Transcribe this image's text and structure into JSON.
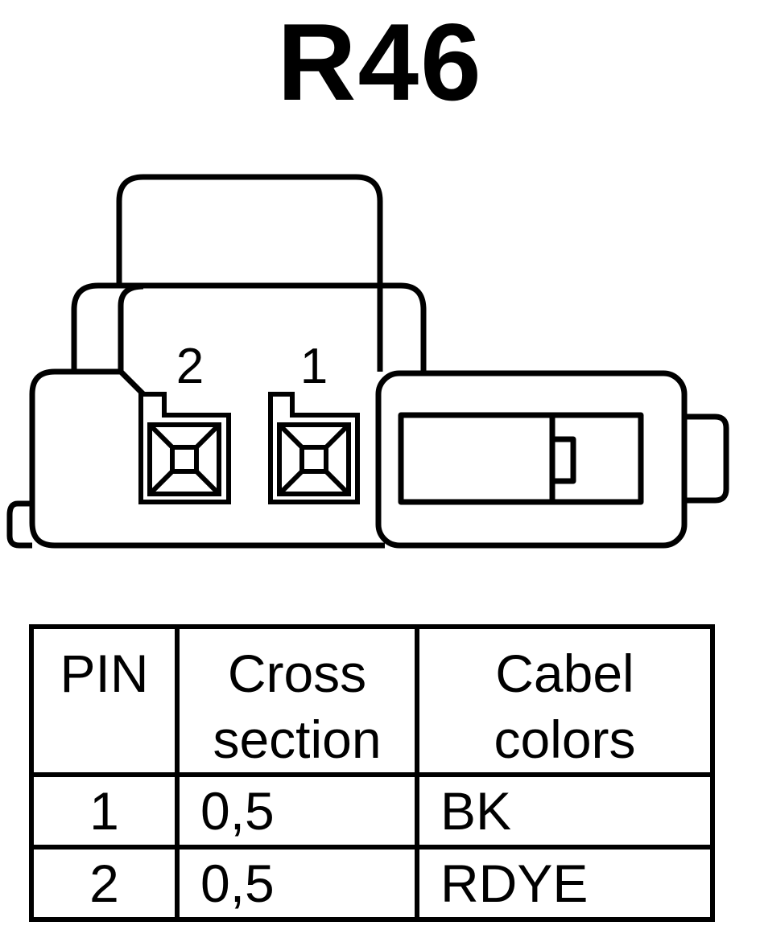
{
  "title": "R46",
  "connector": {
    "pin_labels": [
      "2",
      "1"
    ]
  },
  "table": {
    "headers": [
      {
        "line1": "PIN",
        "line2": ""
      },
      {
        "line1": "Cross",
        "line2": "section"
      },
      {
        "line1": "Cabel",
        "line2": "colors"
      }
    ],
    "rows": [
      {
        "pin": "1",
        "cross_section": "0,5",
        "color": "BK"
      },
      {
        "pin": "2",
        "cross_section": "0,5",
        "color": "RDYE"
      }
    ]
  }
}
